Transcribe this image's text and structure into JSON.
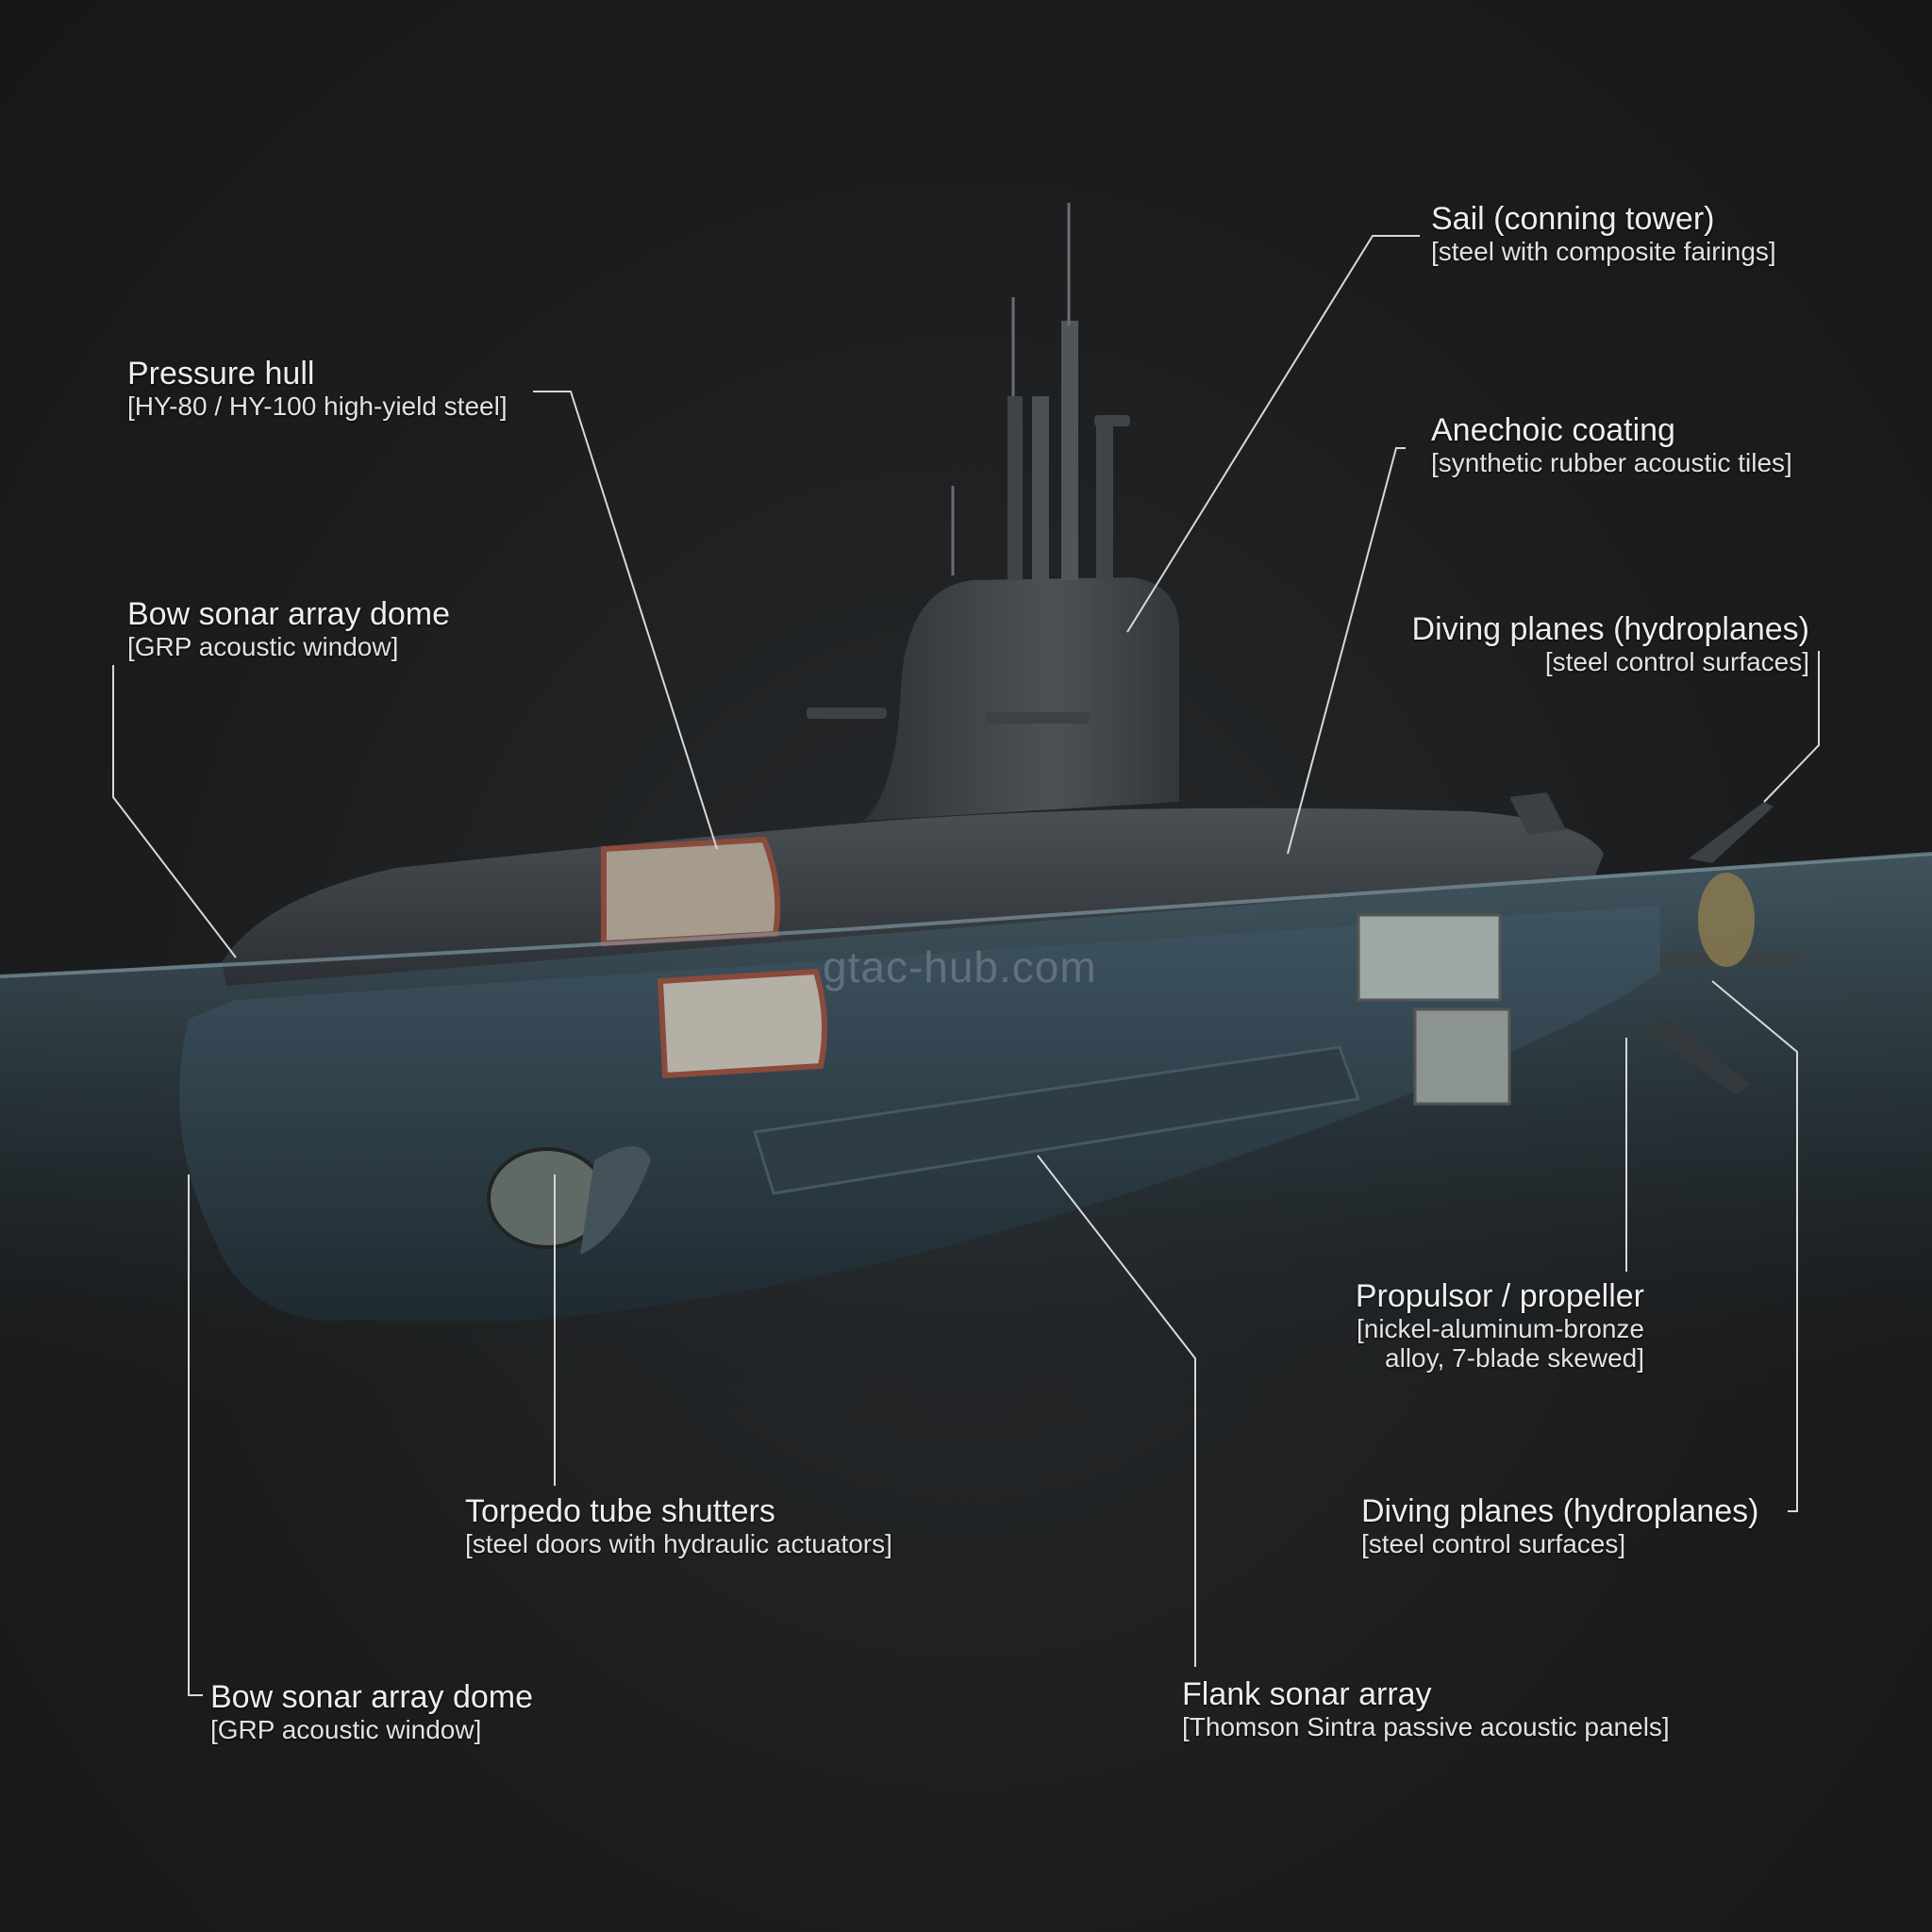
{
  "diagram": {
    "subject": "Submarine cutaway with material callouts",
    "watermark": "gtac-hub.com",
    "colors": {
      "background": "#1b1c1d",
      "hull": "#3a3f44",
      "water": "#3d5563",
      "leader_lines": "#d8d8d8",
      "text": "#eeeeee"
    },
    "callouts": [
      {
        "id": "pressure-hull",
        "title": "Pressure hull",
        "detail": "[HY-80 / HY-100 high-yield steel]"
      },
      {
        "id": "bow-sonar-top",
        "title": "Bow sonar array dome",
        "detail": "[GRP acoustic window]"
      },
      {
        "id": "sail",
        "title": "Sail (conning tower)",
        "detail": "[steel with composite fairings]"
      },
      {
        "id": "anechoic",
        "title": "Anechoic coating",
        "detail": "[synthetic rubber acoustic tiles]"
      },
      {
        "id": "diving-planes-top",
        "title": "Diving planes (hydroplanes)",
        "detail": "[steel control surfaces]"
      },
      {
        "id": "propulsor",
        "title": "Propulsor / propeller",
        "detail": "[nickel-aluminum-bronze",
        "detail2": "alloy, 7-blade skewed]"
      },
      {
        "id": "torpedo",
        "title": "Torpedo tube shutters",
        "detail": "[steel doors with hydraulic actuators]"
      },
      {
        "id": "diving-planes-bottom",
        "title": "Diving planes (hydroplanes)",
        "detail": "[steel control surfaces]"
      },
      {
        "id": "bow-sonar-bottom",
        "title": "Bow sonar array dome",
        "detail": "[GRP acoustic window]"
      },
      {
        "id": "flank-sonar",
        "title": "Flank sonar array",
        "detail": "[Thomson Sintra passive acoustic panels]"
      }
    ]
  }
}
